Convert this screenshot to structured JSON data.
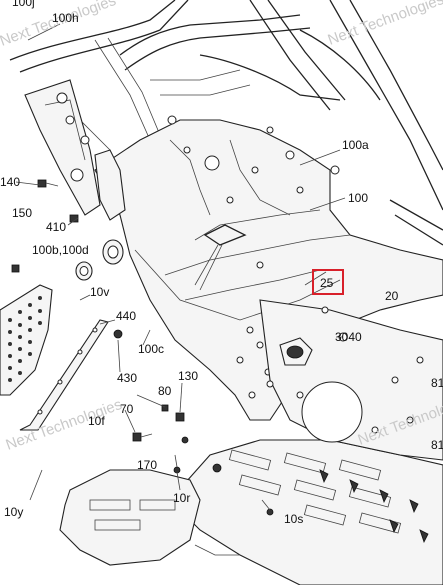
{
  "diagram": {
    "highlight_color": "#d8202a",
    "watermarks": [
      "Next Technologies",
      "Next Technologies",
      "Next Technologies",
      "Next Technologies"
    ],
    "callouts": {
      "c_100j": "100j",
      "c_100h": "100h",
      "c_100a": "100a",
      "c_100": "100",
      "c_140": "140",
      "c_150": "150",
      "c_410": "410",
      "c_100b": "100b,100d",
      "c_25": "25",
      "c_20": "20",
      "c_10v": "10v",
      "c_440": "440",
      "c_100c": "100c",
      "c_3040": "3040",
      "c_430": "430",
      "c_80": "80",
      "c_130": "130",
      "c_81a": "81",
      "c_70": "70",
      "c_10f": "10f",
      "c_170": "170",
      "c_81b": "81",
      "c_10r": "10r",
      "c_10y": "10y",
      "c_10s": "10s"
    }
  }
}
